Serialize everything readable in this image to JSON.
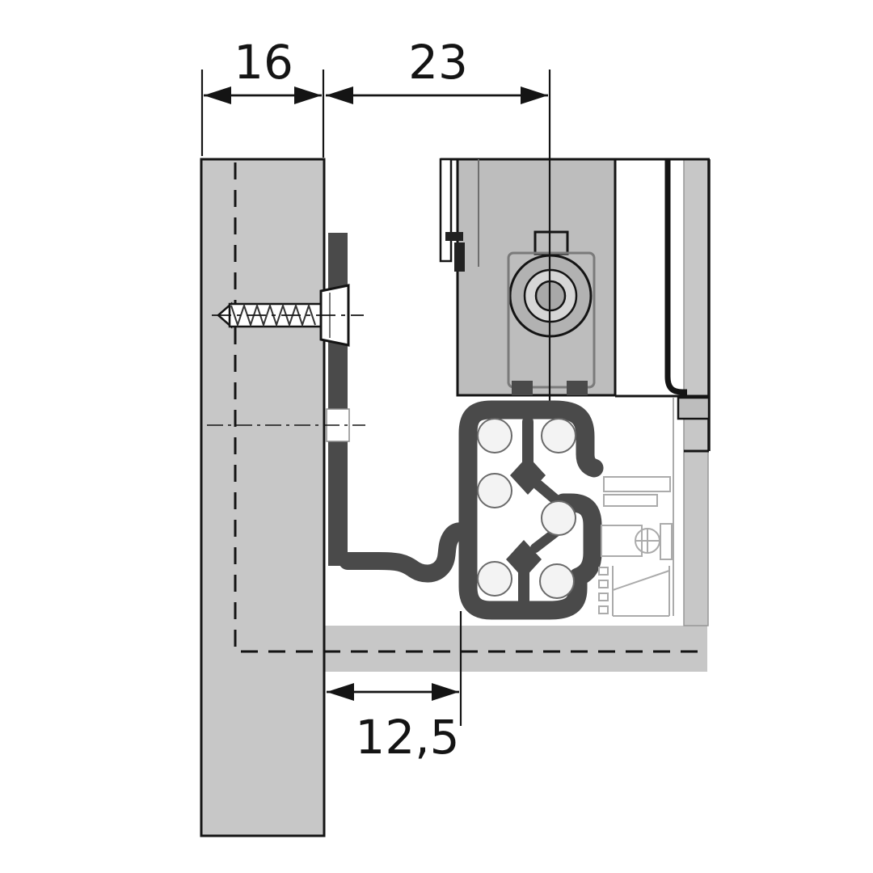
{
  "dimensions": {
    "panel_thickness": {
      "value": "16"
    },
    "slide_offset": {
      "value": "23"
    },
    "bottom_inset": {
      "value": "12,5"
    }
  },
  "colors": {
    "line": "#141414",
    "panel": "#c7c7c7",
    "body": "#bdbdbd",
    "dark": "#4a4a4a",
    "ghost": "#ababab",
    "ball": "#f3f3f3",
    "roller_outer": "#b2b2b2",
    "roller_mid": "#d6d6d6",
    "roller_inner": "#a8a8a8"
  }
}
